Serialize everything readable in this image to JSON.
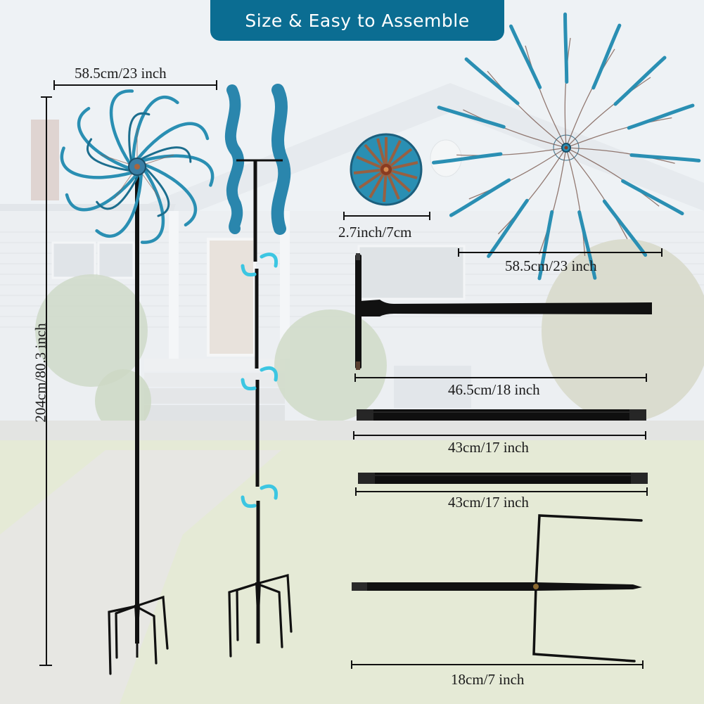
{
  "banner": {
    "title": "Size & Easy to Assemble",
    "color": "#0b6d92"
  },
  "product": {
    "name": "Wind spinner",
    "accent_color": "#2a8fb3",
    "pole_color": "#111111",
    "arrow_color": "#3cc6e2"
  },
  "dimensions": {
    "spinner_width_left": "58.5cm/23 inch",
    "total_height": "204cm/80.3 inch",
    "center_hub": "2.7inch/7cm",
    "spinner_width_right": "58.5cm/23 inch",
    "t_bar": "46.5cm/18 inch",
    "pole_1": "43cm/17 inch",
    "pole_2": "43cm/17 inch",
    "ground_stake": "18cm/7 inch"
  },
  "parts": [
    {
      "name": "double-sided-spinner-assembled"
    },
    {
      "name": "side-view-assembly"
    },
    {
      "name": "center-hub"
    },
    {
      "name": "spinner-wheel"
    },
    {
      "name": "t-bar-pole"
    },
    {
      "name": "extension-pole-1"
    },
    {
      "name": "extension-pole-2"
    },
    {
      "name": "ground-stake"
    }
  ]
}
